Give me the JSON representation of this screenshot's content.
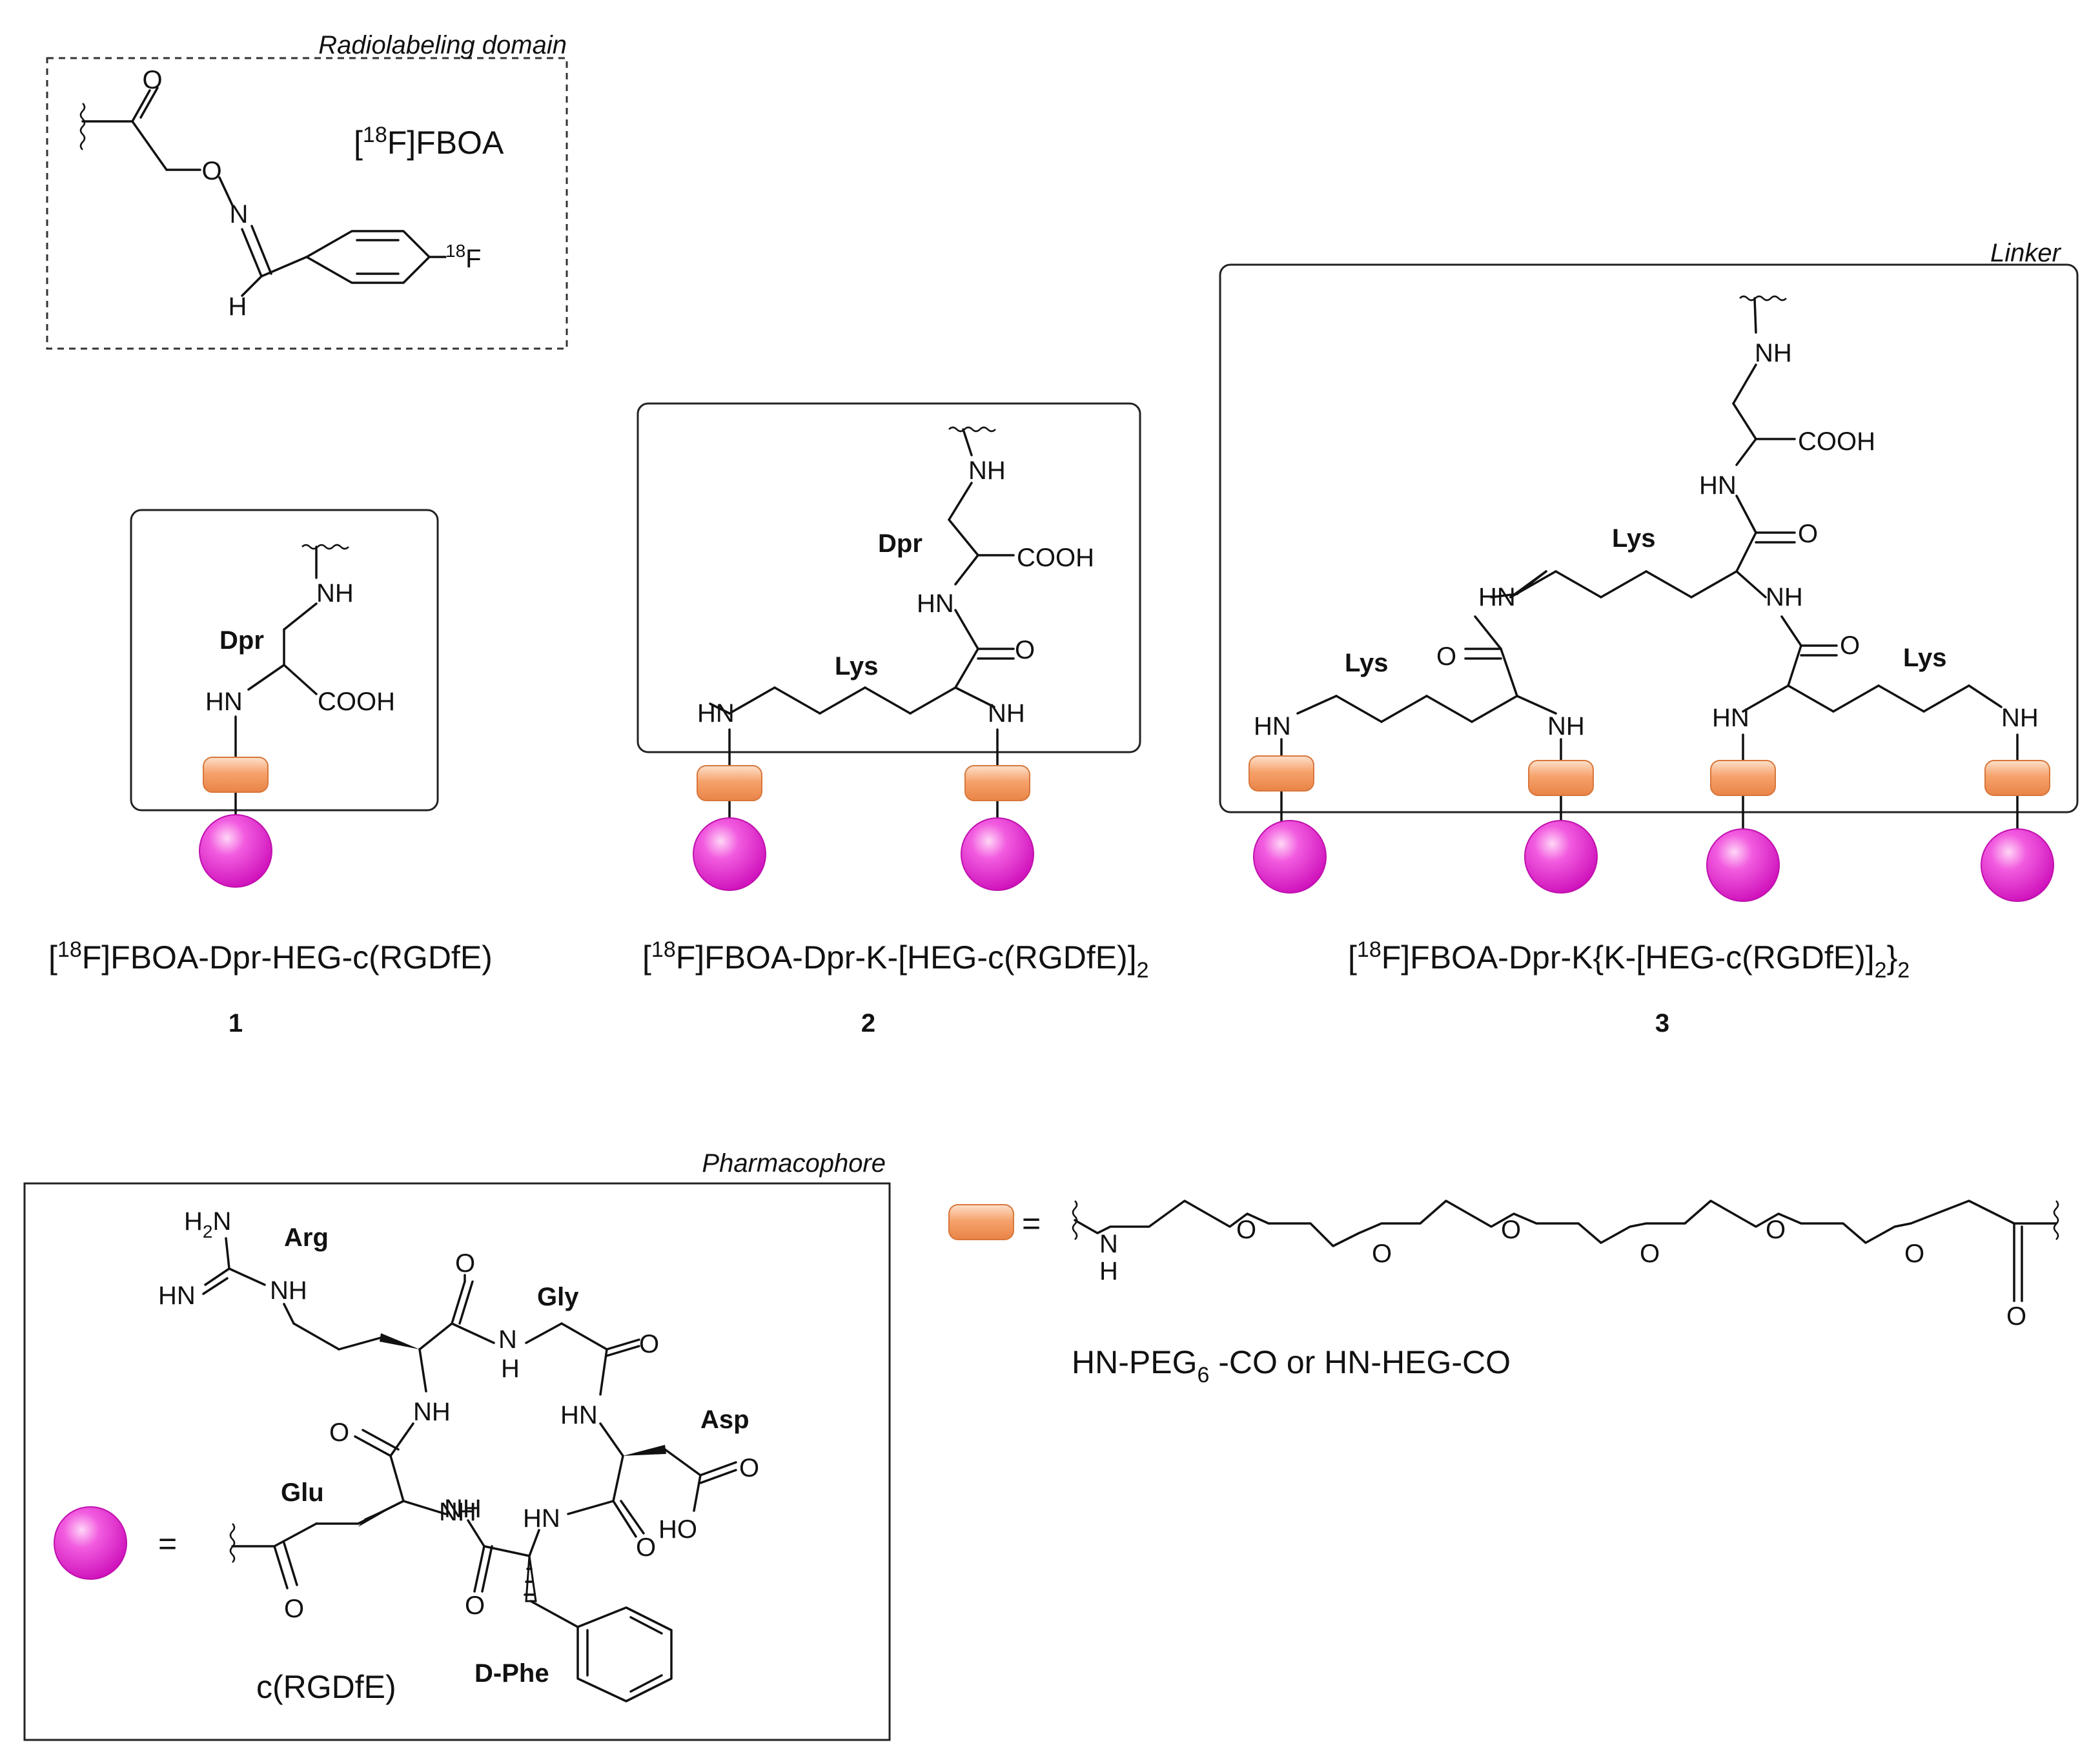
{
  "domains": {
    "radiolabeling": "Radiolabeling domain",
    "linker": "Linker",
    "pharmacophore": "Pharmacophore"
  },
  "atoms": {
    "oxygen": "O",
    "nitrogen": "N",
    "hydrogen": "H",
    "amine": "NH",
    "amine_left": "HN",
    "acid": "COOH",
    "h2n": "H2N",
    "hydroxyl": "HO",
    "isotope_mass": "18",
    "fluorine": "F",
    "equals": "="
  },
  "label": {
    "fboa": "[18F]FBOA"
  },
  "residues": {
    "dpr": "Dpr",
    "lys": "Lys",
    "arg": "Arg",
    "gly": "Gly",
    "asp": "Asp",
    "glu": "Glu",
    "dphe": "D-Phe"
  },
  "compounds": [
    {
      "number": "1",
      "name": "[18F]FBOA-Dpr-HEG-c(RGDfE)"
    },
    {
      "number": "2",
      "name": "[18F]FBOA-Dpr-K-[HEG-c(RGDfE)]2"
    },
    {
      "number": "3",
      "name": "[18F]FBOA-Dpr-K{K-[HEG-c(RGDfE)]2}2"
    }
  ],
  "legend": {
    "peg_caption": "HN-PEG6 -CO or HN-HEG-CO",
    "cyclic_peptide": "c(RGDfE)"
  },
  "colors": {
    "spacer_fill": "#f6a26c",
    "pharmacophore_sphere": "#e826d0",
    "bond": "#111111"
  }
}
